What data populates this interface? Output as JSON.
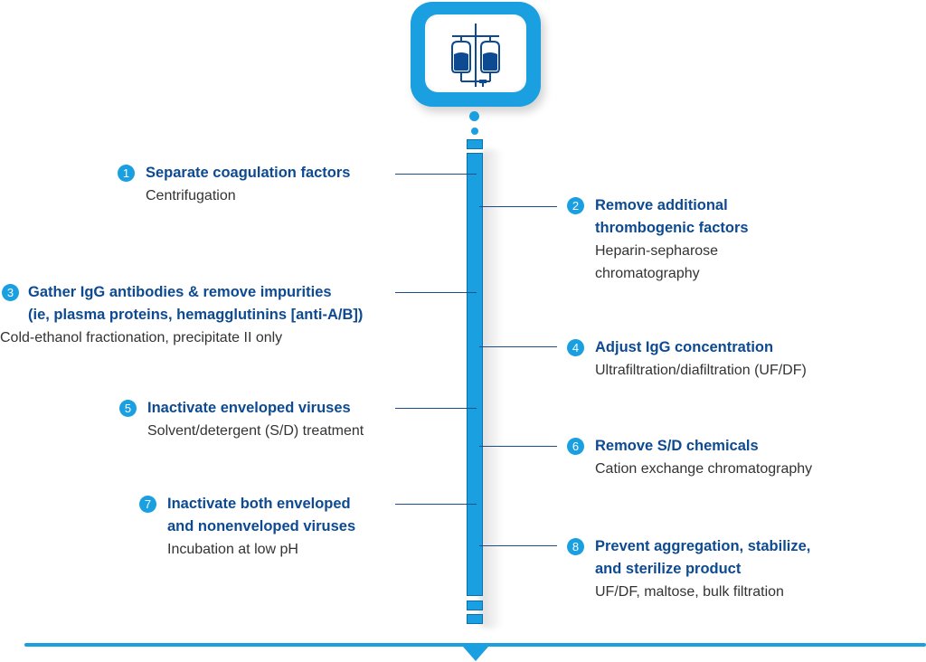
{
  "diagram": {
    "icon": "iv-bags-icon",
    "accent_color": "#1a9fe0",
    "title_color": "#0d4a91",
    "steps": [
      {
        "number": "1",
        "title_lines": [
          "Separate coagulation factors"
        ],
        "method_lines": [
          "Centrifugation"
        ],
        "side": "left"
      },
      {
        "number": "2",
        "title_lines": [
          "Remove additional",
          "thrombogenic factors"
        ],
        "method_lines": [
          "Heparin-sepharose",
          "chromatography"
        ],
        "side": "right"
      },
      {
        "number": "3",
        "title_lines": [
          "Gather IgG antibodies & remove impurities",
          "(ie, plasma proteins, hemagglutinins [anti-A/B])"
        ],
        "method_lines": [
          "Cold-ethanol fractionation, precipitate II only"
        ],
        "side": "left"
      },
      {
        "number": "4",
        "title_lines": [
          "Adjust IgG concentration"
        ],
        "method_lines": [
          "Ultrafiltration/diafiltration (UF/DF)"
        ],
        "side": "right"
      },
      {
        "number": "5",
        "title_lines": [
          "Inactivate enveloped viruses"
        ],
        "method_lines": [
          "Solvent/detergent (S/D) treatment"
        ],
        "side": "left"
      },
      {
        "number": "6",
        "title_lines": [
          "Remove S/D chemicals"
        ],
        "method_lines": [
          "Cation exchange chromatography"
        ],
        "side": "right"
      },
      {
        "number": "7",
        "title_lines": [
          "Inactivate both enveloped",
          "and nonenveloped viruses"
        ],
        "method_lines": [
          "Incubation at low pH"
        ],
        "side": "left"
      },
      {
        "number": "8",
        "title_lines": [
          "Prevent aggregation, stabilize,",
          "and sterilize product"
        ],
        "method_lines": [
          "UF/DF, maltose, bulk filtration"
        ],
        "side": "right"
      }
    ]
  }
}
